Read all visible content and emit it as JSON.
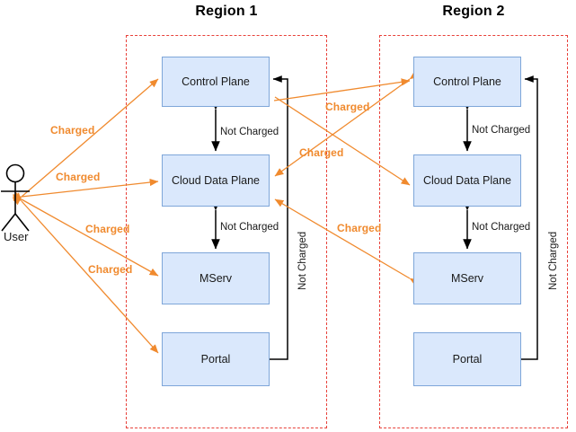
{
  "diagram": {
    "title_region1": "Region 1",
    "title_region2": "Region 2",
    "user_label": "User",
    "colors": {
      "charged": "#f08a2e",
      "not_charged": "#000000",
      "region_border": "#e8413a",
      "node_fill": "#dae8fc",
      "node_stroke": "#7ea6d9"
    }
  },
  "regions": [
    {
      "id": "region-1",
      "title": "Region 1",
      "nodes": [
        {
          "id": "control-plane",
          "label": "Control Plane"
        },
        {
          "id": "cloud-data-plane",
          "label": "Cloud Data Plane"
        },
        {
          "id": "mserv",
          "label": "MServ"
        },
        {
          "id": "portal",
          "label": "Portal"
        }
      ]
    },
    {
      "id": "region-2",
      "title": "Region 2",
      "nodes": [
        {
          "id": "control-plane",
          "label": "Control Plane"
        },
        {
          "id": "cloud-data-plane",
          "label": "Cloud Data Plane"
        },
        {
          "id": "mserv",
          "label": "MServ"
        },
        {
          "id": "portal",
          "label": "Portal"
        }
      ]
    }
  ],
  "labels": {
    "charged": "Charged",
    "not_charged": "Not Charged"
  },
  "edges": {
    "user_to_region1": [
      {
        "label": "Charged",
        "target": "control-plane"
      },
      {
        "label": "Charged",
        "target": "cloud-data-plane"
      },
      {
        "label": "Charged",
        "target": "mserv"
      },
      {
        "label": "Charged",
        "target": "portal"
      }
    ],
    "internal_region1": [
      {
        "label": "Not Charged",
        "from": "control-plane",
        "to": "cloud-data-plane"
      },
      {
        "label": "Not Charged",
        "from": "cloud-data-plane",
        "to": "mserv"
      },
      {
        "label": "Not Charged",
        "from": "portal",
        "to": "control-plane"
      }
    ],
    "internal_region2": [
      {
        "label": "Not Charged",
        "from": "control-plane",
        "to": "cloud-data-plane"
      },
      {
        "label": "Not Charged",
        "from": "cloud-data-plane",
        "to": "mserv"
      },
      {
        "label": "Not Charged",
        "from": "portal",
        "to": "control-plane"
      }
    ],
    "cross_region": [
      {
        "label": "Charged",
        "from": "region1-control-plane",
        "to": "region2-control-plane"
      },
      {
        "label": "Charged",
        "from": "region2-control-plane",
        "to": "region1-cloud-data-plane"
      },
      {
        "label": "Charged",
        "from": "region1-control-plane",
        "to": "region2-cloud-data-plane"
      },
      {
        "label": "Charged",
        "from": "region2-mserv",
        "to": "region1-cloud-data-plane"
      }
    ]
  }
}
